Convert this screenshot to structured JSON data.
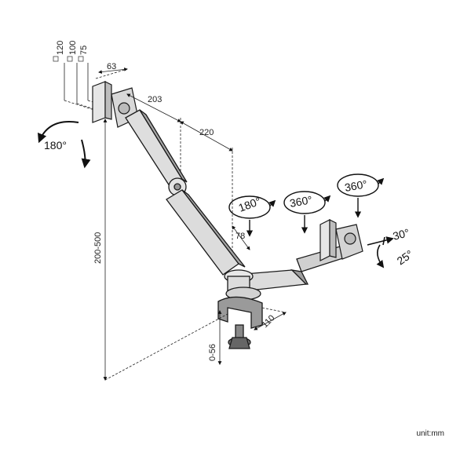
{
  "vesa": {
    "sizes": [
      "120",
      "100",
      "75"
    ]
  },
  "dimensions": {
    "width_63": "63",
    "arm_203": "203",
    "arm_220": "220",
    "offset_78": "78",
    "clamp_110": "110",
    "height_range": "200-500",
    "clamp_range": "0-56"
  },
  "rotations": {
    "base": "180°",
    "tilt_left": "180°",
    "swivel_mid": "360°",
    "swivel_top": "360°",
    "tilt_up": "30°",
    "tilt_down": "25°"
  },
  "unit_label": "unit:mm",
  "colors": {
    "line": "#1a1a1a",
    "metal": "#d8d8d8",
    "shadow": "#9a9a9a"
  }
}
